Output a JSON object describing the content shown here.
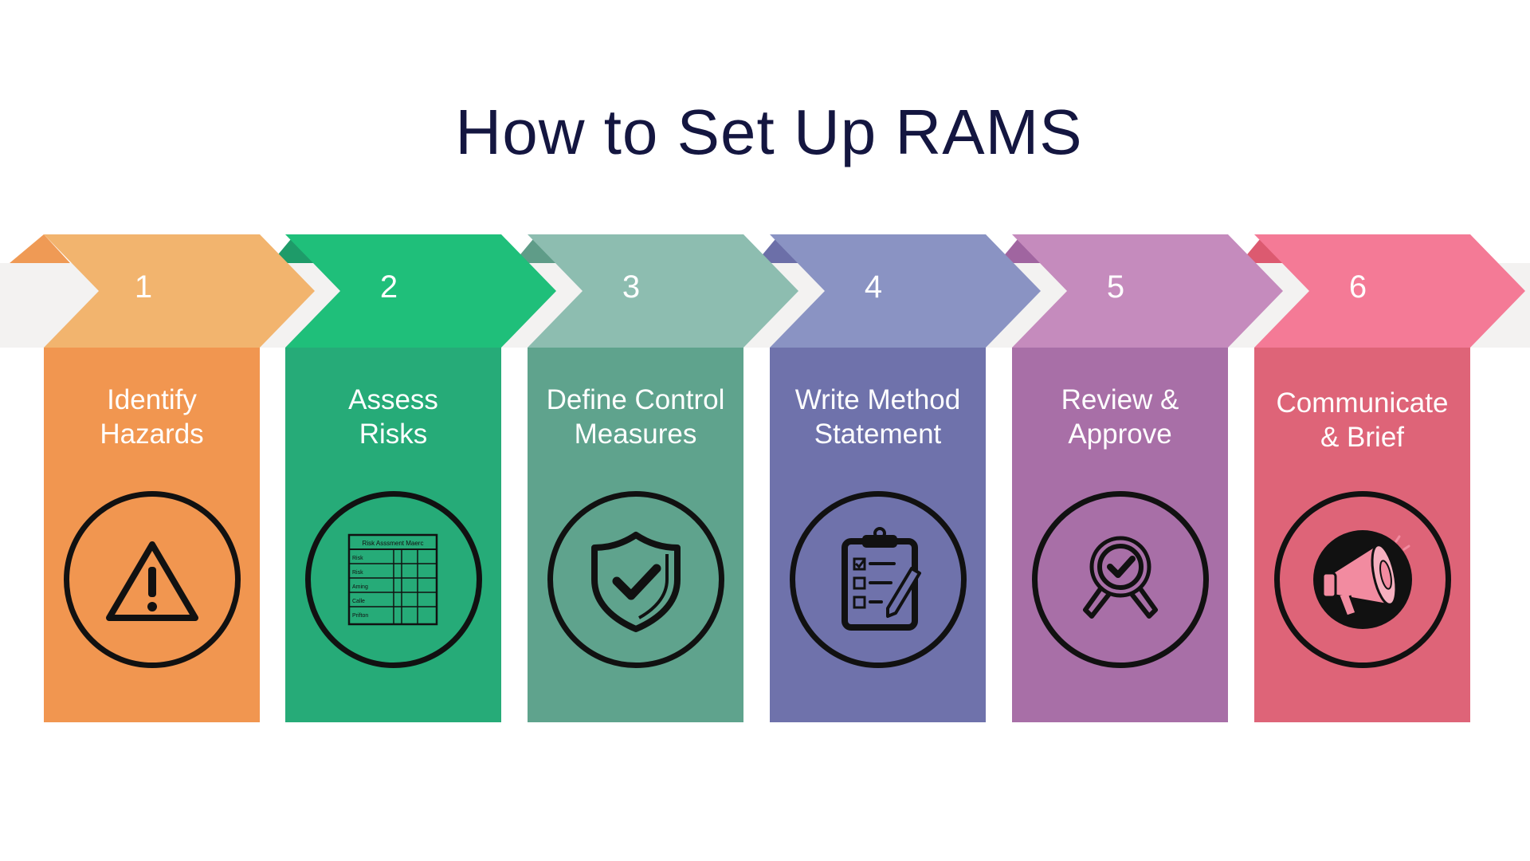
{
  "title": "How to Set Up RAMS",
  "steps": [
    {
      "number": "1",
      "label": "Identify\nHazards",
      "icon": "warning-icon",
      "arrow_color": "#f2b46e",
      "panel_color": "#f19650",
      "fold_color": "#ef9a55"
    },
    {
      "number": "2",
      "label": "Assess\nRisks",
      "icon": "risk-matrix-icon",
      "arrow_color": "#1fbf7a",
      "panel_color": "#26ab78",
      "fold_color": "#1e9b69"
    },
    {
      "number": "3",
      "label": "Define Control\nMeasures",
      "icon": "shield-check-icon",
      "arrow_color": "#8dbdb0",
      "panel_color": "#5fa38d",
      "fold_color": "#5f9c88"
    },
    {
      "number": "4",
      "label": "Write Method\nStatement",
      "icon": "clipboard-checklist-icon",
      "arrow_color": "#8a93c3",
      "panel_color": "#6f72ab",
      "fold_color": "#6c6fa8"
    },
    {
      "number": "5",
      "label": "Review &\nApprove",
      "icon": "magnifier-check-icon",
      "arrow_color": "#c58bbd",
      "panel_color": "#a86fa7",
      "fold_color": "#a065a0"
    },
    {
      "number": "6",
      "label": "Communicate\n& Brief",
      "icon": "megaphone-icon",
      "arrow_color": "#f47a96",
      "panel_color": "#de6478",
      "fold_color": "#dc5a70"
    }
  ],
  "risk_matrix": {
    "heading": "Risk Asssment Maerc",
    "rows": [
      "Risk",
      "Risk",
      "Aming",
      "Calle",
      "Prifton"
    ]
  }
}
